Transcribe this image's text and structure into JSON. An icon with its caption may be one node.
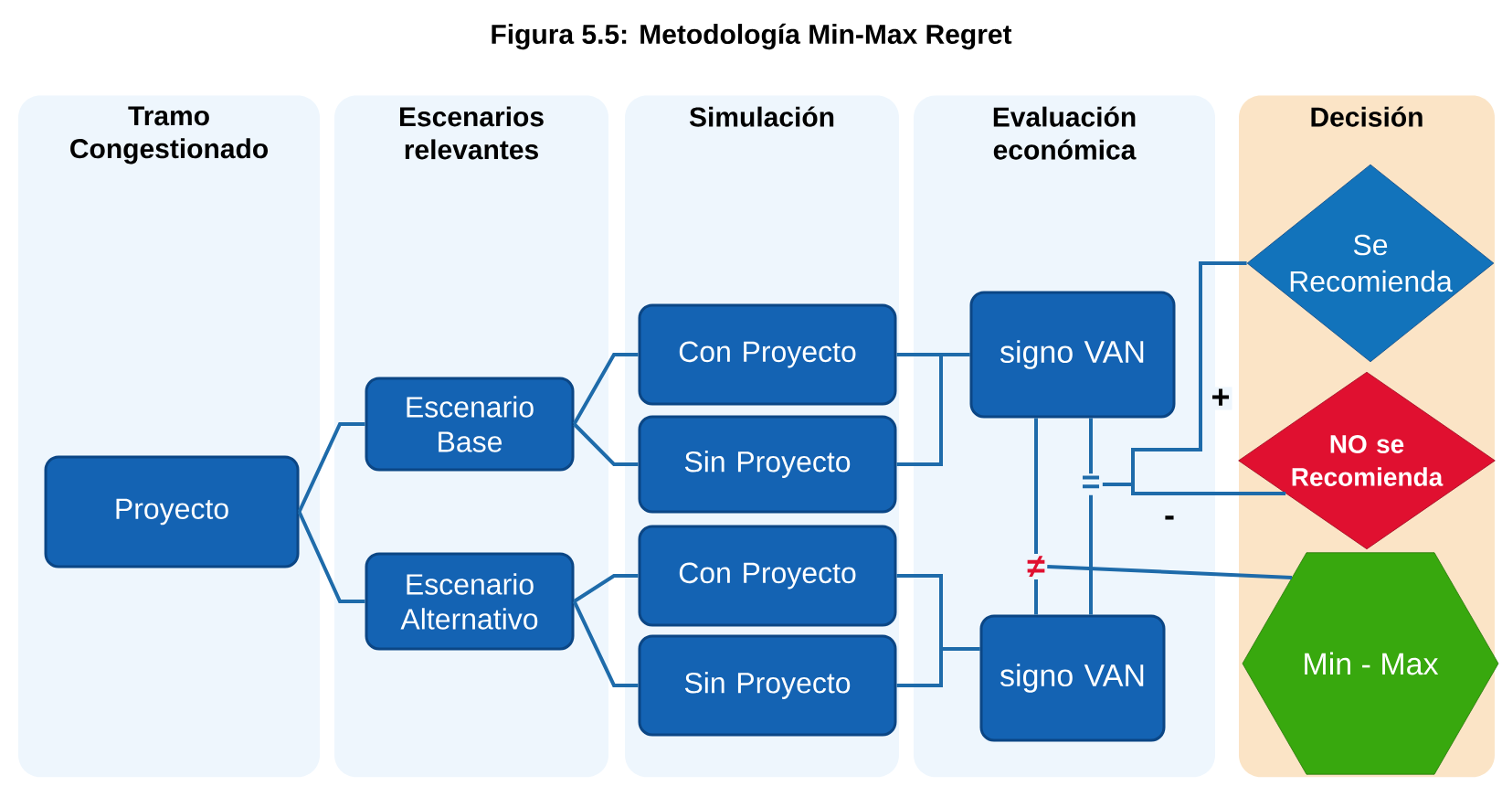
{
  "diagram": {
    "title": "Figura 5.5: Metodología Min-Max Regret",
    "nodes": [
      {
        "text": [
          "Tramo Congestionado"
        ]
      },
      {
        "text": [
          "Escenarios relevantes"
        ]
      },
      {
        "text": [
          "Simulación"
        ]
      },
      {
        "text": [
          "Evaluación económica"
        ]
      },
      {
        "text": [
          "Decisión"
        ]
      },
      {
        "text": [
          "Proyecto"
        ],
        "in": 0
      },
      {
        "text": [
          "Escenario Base"
        ],
        "in": 1
      },
      {
        "text": [
          "Escenario Alternativo"
        ],
        "in": 1
      },
      {
        "text": [
          "Con Proyecto"
        ],
        "in": 2
      },
      {
        "text": [
          "Sin Proyecto"
        ],
        "in": 2
      },
      {
        "text": [
          "Con Proyecto"
        ],
        "in": 2
      },
      {
        "text": [
          "Sin Proyecto"
        ],
        "in": 2
      },
      {
        "text": [
          "signo VAN"
        ],
        "in": 3
      },
      {
        "text": [
          "signo VAN"
        ],
        "in": 3
      },
      {
        "text": [
          "="
        ],
        "in": 3
      },
      {
        "text": [
          "≠"
        ],
        "in": 3
      },
      {
        "text": [
          "Se Recomienda"
        ],
        "in": 4
      },
      {
        "text": [
          "NO se Recomienda"
        ],
        "in": 4
      },
      {
        "text": [
          "Min - Max"
        ],
        "in": 4
      }
    ],
    "edges": [
      {
        "from": 5,
        "to": 6,
        "arrow": "none"
      },
      {
        "from": 5,
        "to": 7,
        "arrow": "none"
      },
      {
        "from": 6,
        "to": 8,
        "arrow": "none"
      },
      {
        "from": 6,
        "to": 9,
        "arrow": "none"
      },
      {
        "from": 7,
        "to": 10,
        "arrow": "none"
      },
      {
        "from": 7,
        "to": 11,
        "arrow": "none"
      },
      {
        "from": 8,
        "to": 12,
        "arrow": "none"
      },
      {
        "from": 9,
        "to": 12,
        "arrow": "none"
      },
      {
        "from": 10,
        "to": 13,
        "arrow": "none"
      },
      {
        "from": 11,
        "to": 13,
        "arrow": "none"
      },
      {
        "from": 12,
        "to": 15,
        "arrow": "none"
      },
      {
        "from": 13,
        "to": 15,
        "arrow": "none"
      },
      {
        "from": 15,
        "to": 18,
        "arrow": "none"
      },
      {
        "from": 12,
        "to": 14,
        "arrow": "none"
      },
      {
        "from": 13,
        "to": 14,
        "arrow": "none"
      },
      {
        "from": 14,
        "to": 16,
        "arrow": "none",
        "label": "+"
      },
      {
        "from": 14,
        "to": 17,
        "arrow": "none",
        "label": "-"
      }
    ]
  }
}
